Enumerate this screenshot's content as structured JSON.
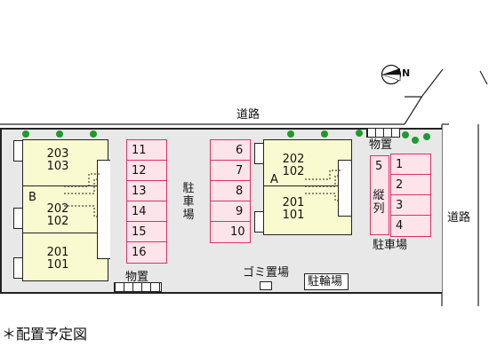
{
  "road_top": "道路",
  "road_right": "道路",
  "compass": "N",
  "building_b": {
    "name": "B",
    "units": [
      [
        "203",
        "103"
      ],
      [
        "202",
        "102"
      ],
      [
        "201",
        "101"
      ]
    ]
  },
  "building_a": {
    "name": "A",
    "units": [
      [
        "202",
        "102"
      ],
      [
        "201",
        "101"
      ]
    ]
  },
  "parking_mid": {
    "label": "駐車場",
    "col1": [
      "11",
      "12",
      "13",
      "14",
      "15",
      "16"
    ],
    "col2": [
      "6",
      "7",
      "8",
      "9",
      "10"
    ]
  },
  "parking_right": {
    "label": "駐車場",
    "col_long": "5",
    "note": "縦列",
    "col": [
      "1",
      "2",
      "3",
      "4"
    ]
  },
  "storage_top": "物置",
  "storage_bottom": "物置",
  "garbage": "ゴミ置場",
  "bike": "駐輪場",
  "caption": "＊配置予定図"
}
